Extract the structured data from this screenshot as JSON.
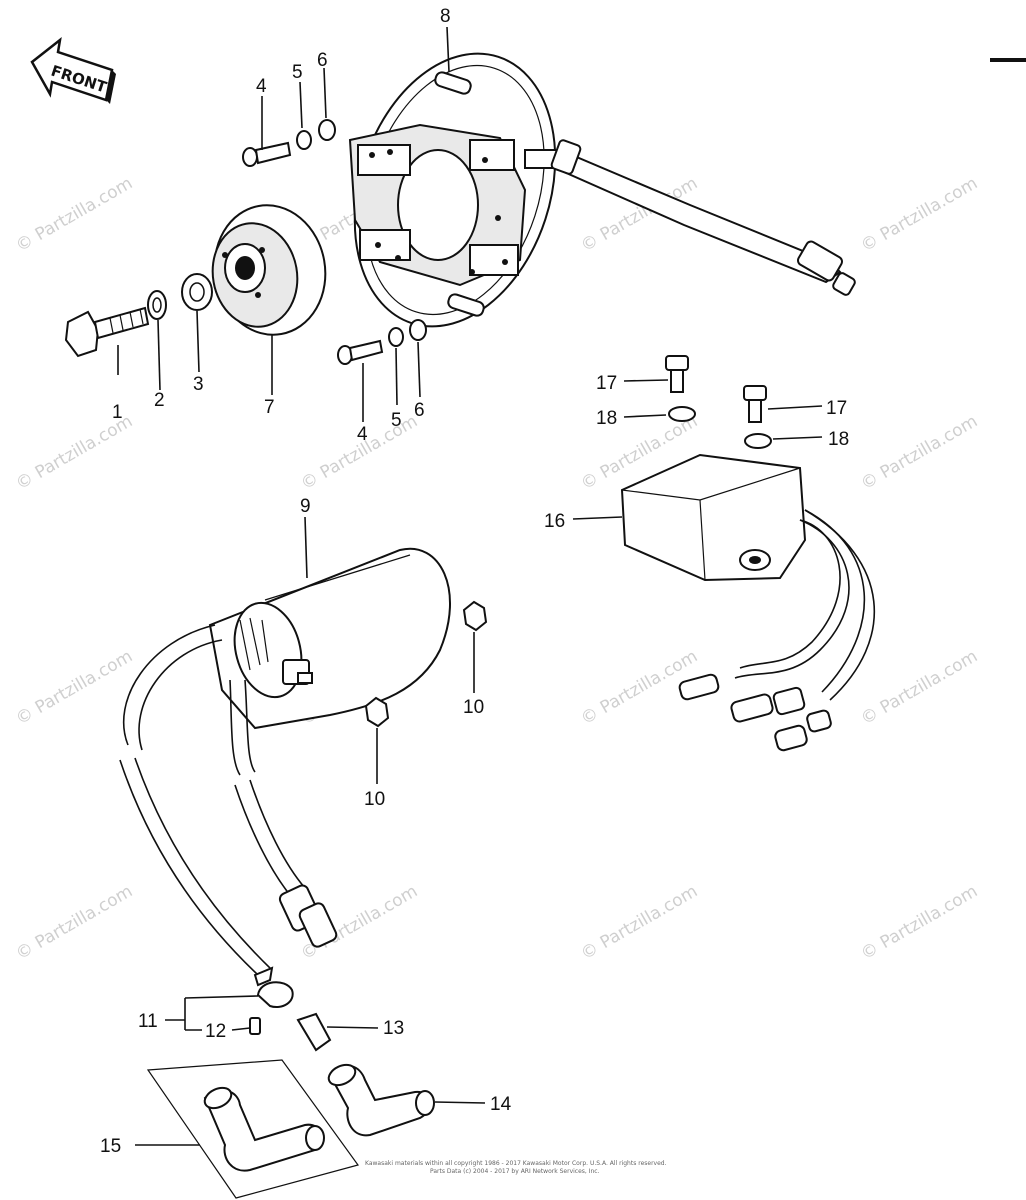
{
  "front_label": "FRONT",
  "callouts": {
    "c1": "1",
    "c2": "2",
    "c3": "3",
    "c4a": "4",
    "c5a": "5",
    "c6a": "6",
    "c4b": "4",
    "c5b": "5",
    "c6b": "6",
    "c7": "7",
    "c8": "8",
    "c9": "9",
    "c10a": "10",
    "c10b": "10",
    "c11": "11",
    "c12": "12",
    "c13": "13",
    "c14": "14",
    "c15": "15",
    "c16": "16",
    "c17a": "17",
    "c17b": "17",
    "c18a": "18",
    "c18b": "18"
  },
  "watermark": "© Partzilla.com",
  "copyright_line1": "Kawasaki materials within all copyright 1986 - 2017 Kawasaki Motor Corp. U.S.A. All rights reserved.",
  "copyright_line2": "Parts Data (c) 2004 - 2017 by ARI Network Services, Inc."
}
